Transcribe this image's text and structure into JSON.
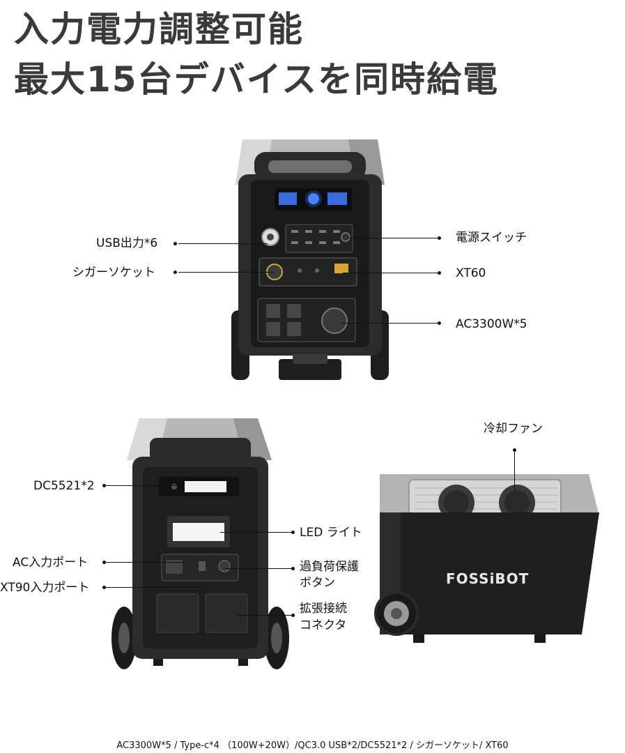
{
  "headline": {
    "line1": "入力電力調整可能",
    "line2": "最大15台デバイスを同時給電"
  },
  "front_callouts": {
    "usb": "USB出力*6",
    "cigar": "シガーソケット",
    "power_switch": "電源スイッチ",
    "xt60": "XT60",
    "ac": "AC3300W*5"
  },
  "rear_callouts": {
    "dc5521": "DC5521*2",
    "led": "LED ライト",
    "ac_in": "AC入力ポート",
    "overload_1": "過負荷保護",
    "overload_2": "ボタン",
    "xt90": "XT90入力ポート",
    "expansion_1": "拡張接続",
    "expansion_2": "コネクタ"
  },
  "side_callouts": {
    "fan": "冷却ファン"
  },
  "brand": {
    "logo": "FOSSiBOT",
    "accent": "#2b2b2b"
  },
  "footer": {
    "specs": "AC3300W*5 / Type-c*4 （100W+20W）/QC3.0 USB*2/DC5521*2 / シガーソケット/ XT60"
  }
}
